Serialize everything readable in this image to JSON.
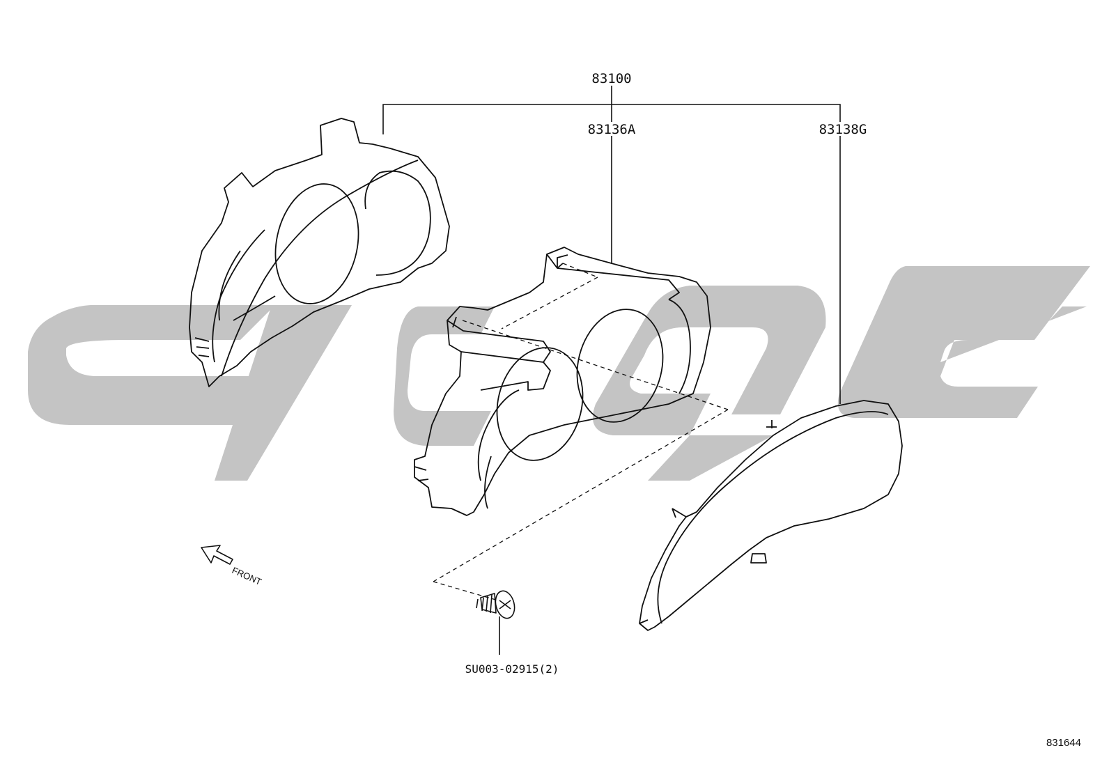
{
  "colors": {
    "line": "#111111",
    "watermark": "#c4c4c4",
    "background": "#ffffff"
  },
  "labels": {
    "assembly": "83100",
    "housing": "83136A",
    "glass": "83138G",
    "screw": "SU003-02915(2)",
    "front": "FRONT",
    "figure_number": "831644"
  },
  "icons": {
    "direction": "left-arrow-icon",
    "watermark": "logo-watermark"
  }
}
